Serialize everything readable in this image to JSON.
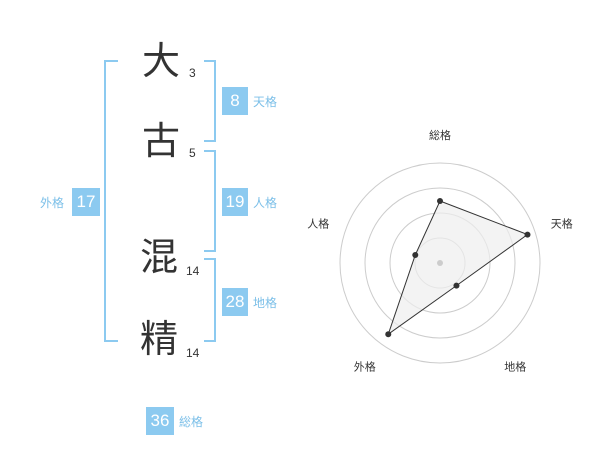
{
  "name": {
    "chars": [
      {
        "char": "大",
        "strokes": "3"
      },
      {
        "char": "古",
        "strokes": "5"
      },
      {
        "char": "混",
        "strokes": "14"
      },
      {
        "char": "精",
        "strokes": "14"
      }
    ]
  },
  "scores": {
    "tenkaku": {
      "value": "8",
      "label": "天格"
    },
    "jinkaku": {
      "value": "19",
      "label": "人格"
    },
    "chikaku": {
      "value": "28",
      "label": "地格"
    },
    "gaikaku": {
      "value": "17",
      "label": "外格"
    },
    "soukaku": {
      "value": "36",
      "label": "総格"
    }
  },
  "chart_data": {
    "type": "radar",
    "axes": [
      "総格",
      "天格",
      "地格",
      "外格",
      "人格"
    ],
    "values": [
      0.62,
      0.92,
      0.28,
      0.88,
      0.26
    ],
    "rings": 4,
    "colors": {
      "ring": "#cccccc",
      "fill": "#eeeeee",
      "line": "#333333",
      "point": "#333333",
      "center": "#cccccc"
    }
  }
}
